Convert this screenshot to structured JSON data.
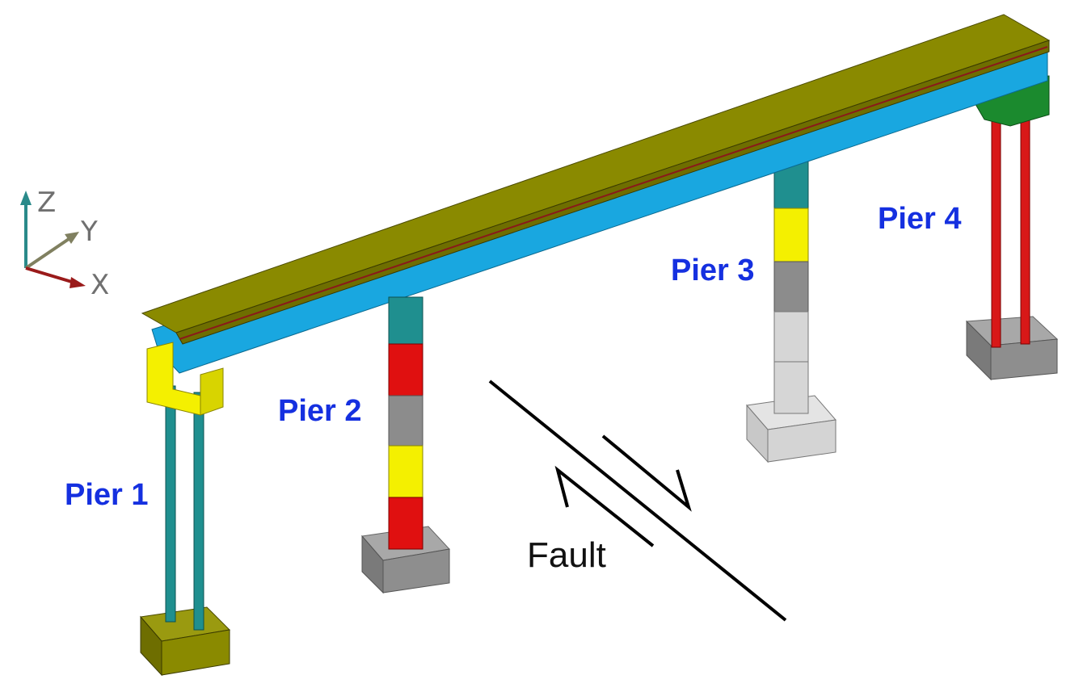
{
  "diagram": {
    "piers": [
      {
        "id": "pier-1",
        "label": "Pier 1"
      },
      {
        "id": "pier-2",
        "label": "Pier 2"
      },
      {
        "id": "pier-3",
        "label": "Pier 3"
      },
      {
        "id": "pier-4",
        "label": "Pier 4"
      }
    ],
    "fault_label": "Fault",
    "axes": {
      "z": "Z",
      "y": "Y",
      "x": "X"
    },
    "colors": {
      "deck_top": "#8a8a00",
      "girder": "#19a7e0",
      "column_teal": "#1f8f8f",
      "segment_red": "#e01010",
      "segment_yellow": "#f4f000",
      "segment_gray": "#8c8c8c",
      "segment_light_gray": "#d6d6d6",
      "footing_olive": "#8a8a00",
      "bent_green": "#1b8a2e",
      "label_blue": "#1530e0",
      "fault_line": "#000000",
      "axis_z": "#2a8a8a",
      "axis_y": "#808060",
      "axis_x": "#9a1a1a"
    }
  }
}
